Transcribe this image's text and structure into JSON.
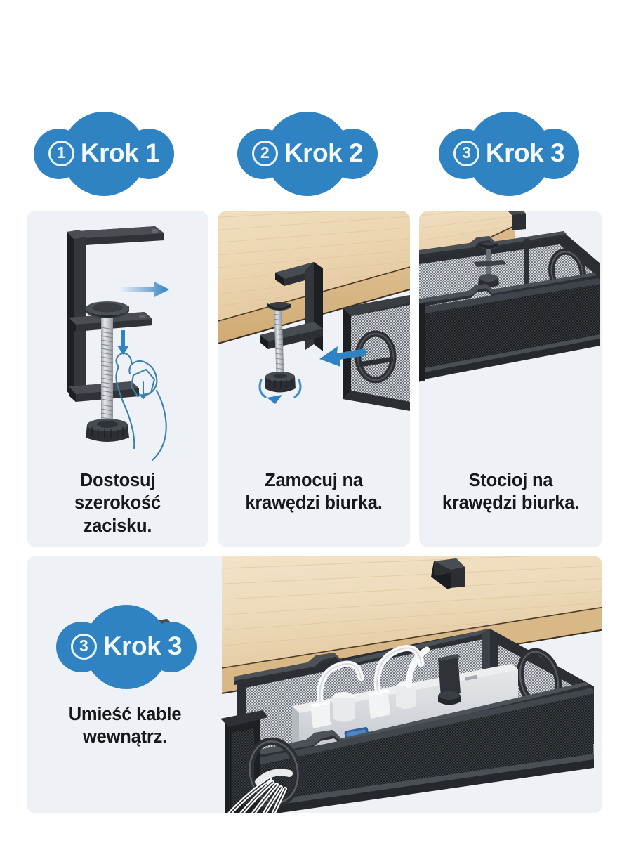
{
  "page": {
    "background_color": "#ffffff",
    "panel_background_color": "#eef2f6",
    "accent_blue": "#2f83c3",
    "text_color": "#17181a",
    "wood_color": "#eed9b4",
    "product_color": "#2b2d30"
  },
  "steps": [
    {
      "id": "step-1",
      "number": "1",
      "badge_label": "Krok 1",
      "caption": "Dostosuj szerokość zacisku.",
      "caption_lines": [
        "Dostosuj",
        "szerokość",
        "zacisku."
      ],
      "illustration": "c-clamp-with-hand-adjusting-width"
    },
    {
      "id": "step-2",
      "number": "2",
      "badge_label": "Krok 2",
      "caption": "Zamocuj na krawędzi biurka.",
      "caption_lines": [
        "Zamocuj na",
        "krawędzi biurka."
      ],
      "illustration": "clamp-mounted-on-desk-edge-with-tray-sliding-in"
    },
    {
      "id": "step-3",
      "number": "3",
      "badge_label": "Krok 3",
      "caption": "Stocioj na krawędzi biurka.",
      "caption_lines": [
        "Stocioj na",
        "krawędzi biurka."
      ],
      "illustration": "mesh-tray-attached-under-desk"
    },
    {
      "id": "step-4",
      "number": "3",
      "badge_label": "Krok 3",
      "caption": "Umieść kable wewnątrz.",
      "caption_lines": [
        "Umieść kable",
        "wewnątrz."
      ],
      "illustration": "cable-tray-with-power-strip-and-cables"
    }
  ]
}
